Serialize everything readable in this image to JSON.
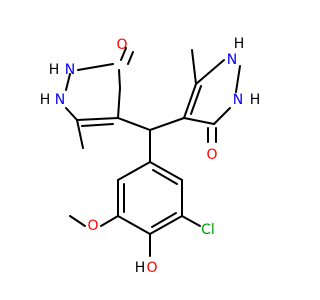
{
  "molecule": {
    "atom_labels": {
      "oxygen_carbonyl_left": "O",
      "hydrogen_n1_left": "H",
      "nitrogen_n1_left": "N",
      "hydrogen_n2_left": "H",
      "nitrogen_n2_left": "N",
      "hydrogen_n1_right": "H",
      "nitrogen_n1_right": "N",
      "hydrogen_n2_right": "H",
      "nitrogen_n2_right": "N",
      "oxygen_carbonyl_right": "O",
      "oxygen_methoxy": "O",
      "chlorine": "Cl",
      "hydroxyl_oxygen": "O",
      "hydroxyl_hydrogen": "H"
    },
    "colors": {
      "bond": "#000000",
      "oxygen": "#ff0000",
      "nitrogen": "#0000ff",
      "hydrogen": "#000000",
      "chlorine": "#00a000",
      "background": "#ffffff"
    }
  }
}
